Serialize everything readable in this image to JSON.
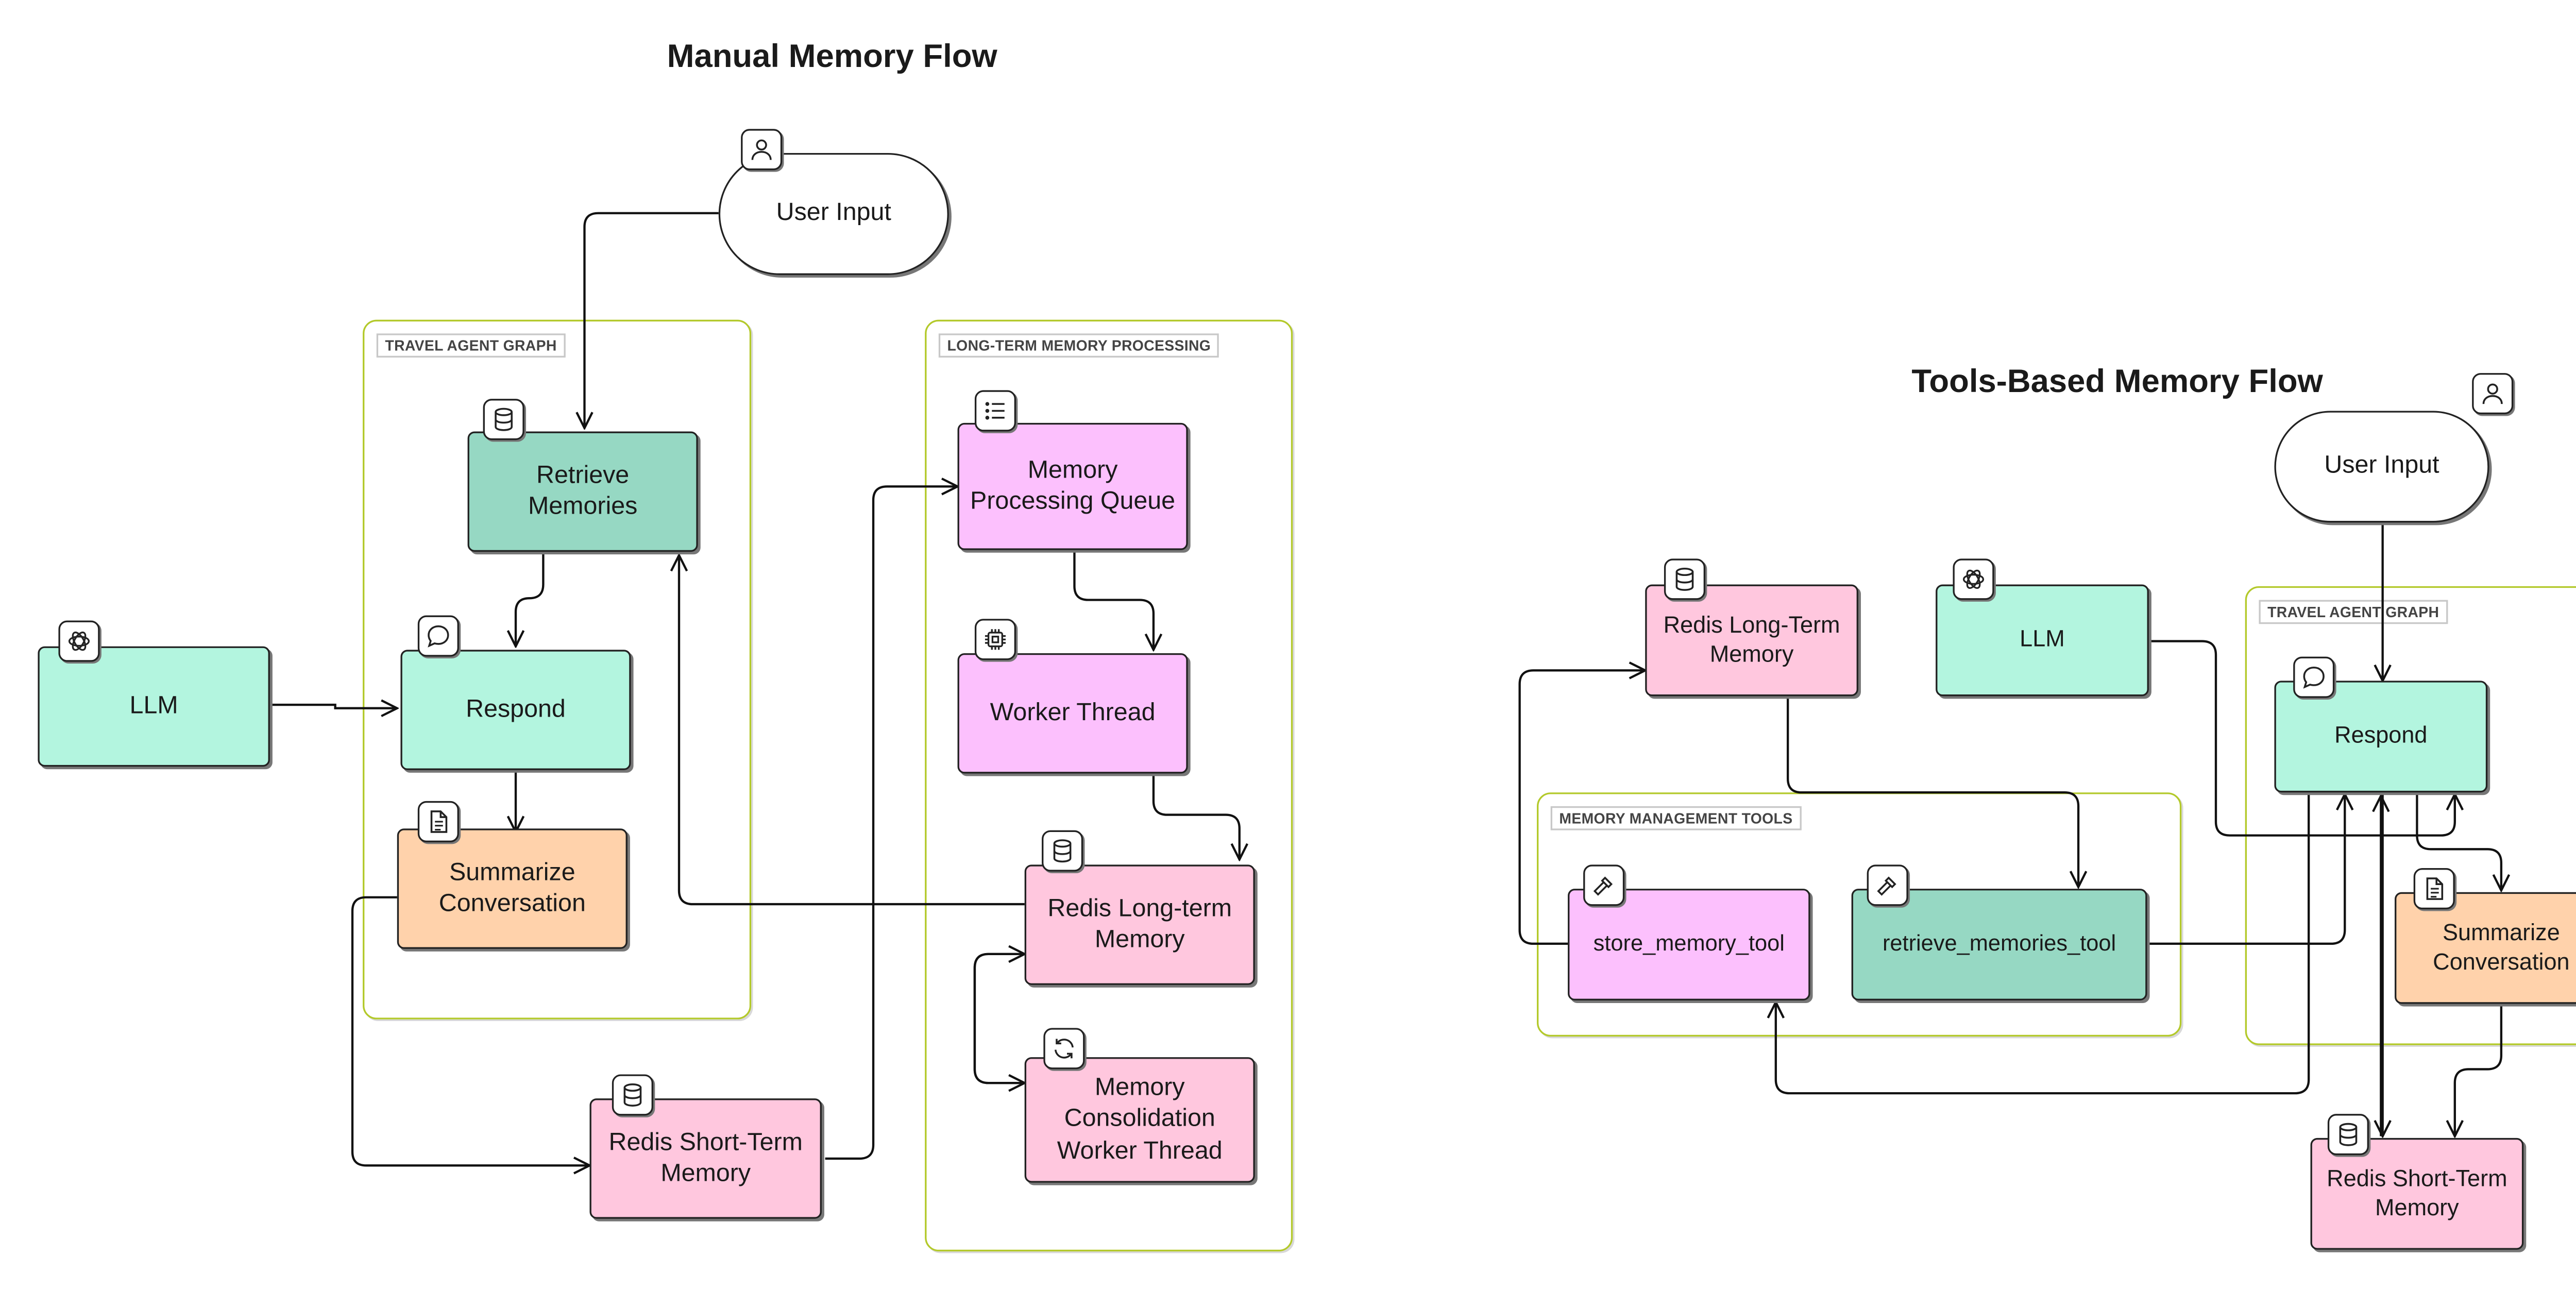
{
  "titles": {
    "manual": "Manual Memory Flow",
    "tools": "Tools-Based Memory Flow"
  },
  "groups": {
    "travel_agent_graph_left": "TRAVEL AGENT GRAPH",
    "long_term_memory_processing": "LONG-TERM MEMORY PROCESSING",
    "memory_management_tools": "MEMORY MANAGEMENT TOOLS",
    "travel_agent_graph_right": "TRAVEL AGENT GRAPH"
  },
  "nodes": {
    "user_input_left": "User Input",
    "retrieve_memories": "Retrieve Memories",
    "llm_left": "LLM",
    "respond_left": "Respond",
    "summarize_left": "Summarize Conversation",
    "redis_short_left": "Redis Short-Term Memory",
    "memory_queue": "Memory Processing Queue",
    "worker_thread": "Worker Thread",
    "redis_long_left": "Redis Long-term Memory",
    "consolidation": "Memory Consolidation Worker Thread",
    "user_input_right": "User Input",
    "redis_long_right": "Redis Long-Term Memory",
    "llm_right": "LLM",
    "respond_right": "Respond",
    "store_tool": "store_memory_tool",
    "retrieve_tool": "retrieve_memories_tool",
    "summarize_right": "Summarize Conversation",
    "redis_short_right": "Redis Short-Term Memory"
  },
  "colors": {
    "mint": "#b3f5df",
    "teal": "#96d8c3",
    "peach": "#ffd2ab",
    "pink": "#ffc7de",
    "violet": "#fcc0fd",
    "group_border": "#b3c92a"
  },
  "icons": [
    "user-icon",
    "database-icon",
    "openai-icon",
    "chat-icon",
    "document-icon",
    "list-icon",
    "cpu-icon",
    "refresh-icon",
    "hammer-icon"
  ]
}
